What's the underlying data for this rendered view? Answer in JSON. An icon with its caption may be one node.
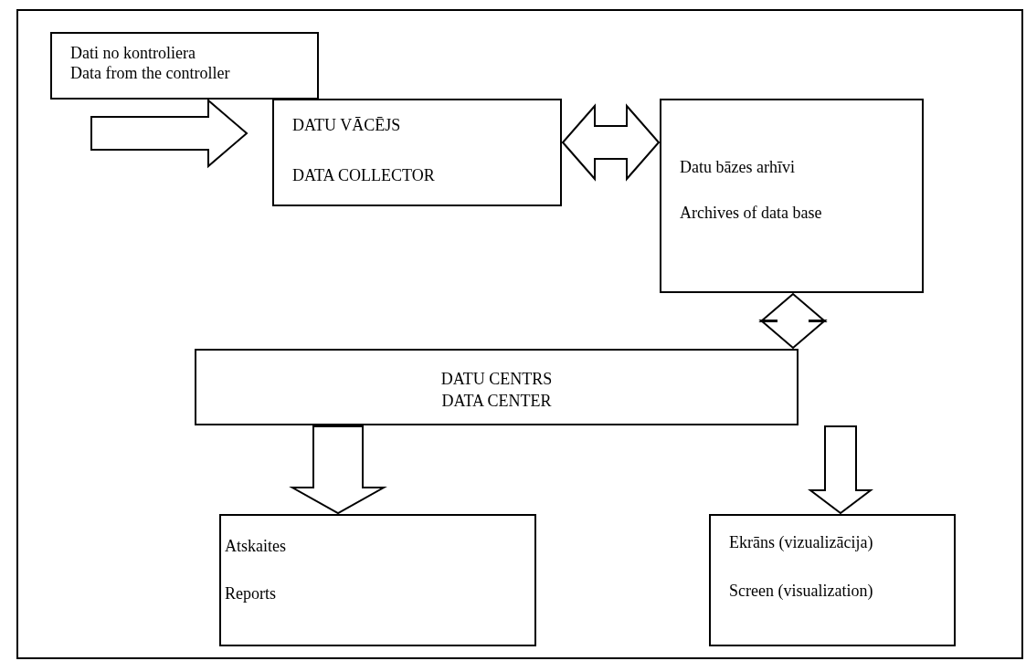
{
  "diagram": {
    "nodes": [
      {
        "text": [
          "Dati no kontroliera",
          "Data from the controller"
        ]
      },
      {
        "text": [
          "DATU VĀCĒJS",
          "DATA COLLECTOR"
        ]
      },
      {
        "text": [
          "Datu bāzes arhīvi",
          "Archives of data base"
        ]
      },
      {
        "text": [
          "DATU CENTRS",
          "DATA CENTER"
        ]
      },
      {
        "text": [
          "Atskaites",
          "Reports"
        ]
      },
      {
        "text": [
          "Ekrāns (vizualizācija)",
          "Screen (visualization)"
        ]
      }
    ],
    "edges": [
      {
        "from": null,
        "to": 1,
        "arrow": "to"
      },
      {
        "from": 1,
        "to": 2,
        "arrow": "both"
      },
      {
        "from": 2,
        "to": 3,
        "arrow": "both"
      },
      {
        "from": 3,
        "to": 4,
        "arrow": "to"
      },
      {
        "from": 3,
        "to": 5,
        "arrow": "to"
      }
    ]
  }
}
